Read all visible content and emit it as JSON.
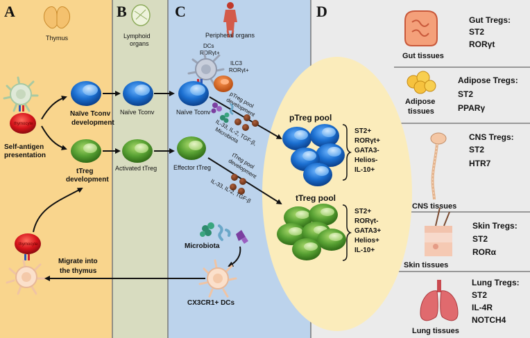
{
  "panels": {
    "A": {
      "letter": "A",
      "thymus": "Thymus",
      "self_antigen": [
        "Self-antigen",
        "presentation"
      ],
      "naive_tconv_dev": [
        "Naïve Tconv",
        "development"
      ],
      "treg_dev": [
        "tTreg",
        "development"
      ],
      "migrate": [
        "Migrate into",
        "the thymus"
      ],
      "thymocyte": "thymocyte"
    },
    "B": {
      "letter": "B",
      "lymphoid": [
        "Lymphoid",
        "organs"
      ],
      "naive_tconv": "Naïve Tconv",
      "activated_treg": "Activated tTreg"
    },
    "C": {
      "letter": "C",
      "peripheral": "Peripheral organs",
      "dcs": [
        "DCs",
        "RORγt+"
      ],
      "ilc3": [
        "ILC3",
        "RORγt+"
      ],
      "naive_tconv": "Naïve Tconv",
      "ptreg_dev": [
        "pTreg pool",
        "development"
      ],
      "cytokines1": [
        "IL-33, IL-2, TGF-β,",
        "Microbiota"
      ],
      "effector_treg": "Effector tTreg",
      "ttreg_dev": [
        "tTreg pool",
        "development"
      ],
      "cytokines2": "IL-33, IL-2, TGF-β",
      "microbiota": "Microbiota",
      "cx3cr1": "CX3CR1+ DCs"
    },
    "pools": {
      "ptreg_title": "pTreg pool",
      "ptreg_markers": [
        "ST2+",
        "RORγt+",
        "GATA3-",
        "Helios-",
        "IL-10+"
      ],
      "ttreg_title": "tTreg pool",
      "ttreg_markers": [
        "ST2+",
        "RORγt-",
        "GATA3+",
        "Helios+",
        "IL-10+"
      ]
    },
    "D": {
      "letter": "D",
      "tissues": [
        {
          "tissue": "Gut tissues",
          "treg": "Gut Tregs:",
          "markers": [
            "ST2",
            "RORγt"
          ]
        },
        {
          "tissue": "Adipose tissues",
          "treg": "Adipose Tregs:",
          "markers": [
            "ST2",
            "PPARγ"
          ]
        },
        {
          "tissue": "CNS tissues",
          "treg": "CNS Tregs:",
          "markers": [
            "ST2",
            "HTR7"
          ]
        },
        {
          "tissue": "Skin tissues",
          "treg": "Skin Tregs:",
          "markers": [
            "ST2",
            "RORα"
          ]
        },
        {
          "tissue": "Lung tissues",
          "treg": "Lung Tregs:",
          "markers": [
            "ST2",
            "IL-4R",
            "NOTCH4"
          ]
        }
      ]
    }
  },
  "colors": {
    "panel_a": "#f9d58d",
    "panel_b": "#d8dcc0",
    "panel_c": "#bcd3ec",
    "panel_d": "#ebebeb",
    "pool_bg": "#fbecbb",
    "blue_cell": "#1b6fd0",
    "green_cell": "#58a133",
    "red_cell": "#d6141b"
  }
}
